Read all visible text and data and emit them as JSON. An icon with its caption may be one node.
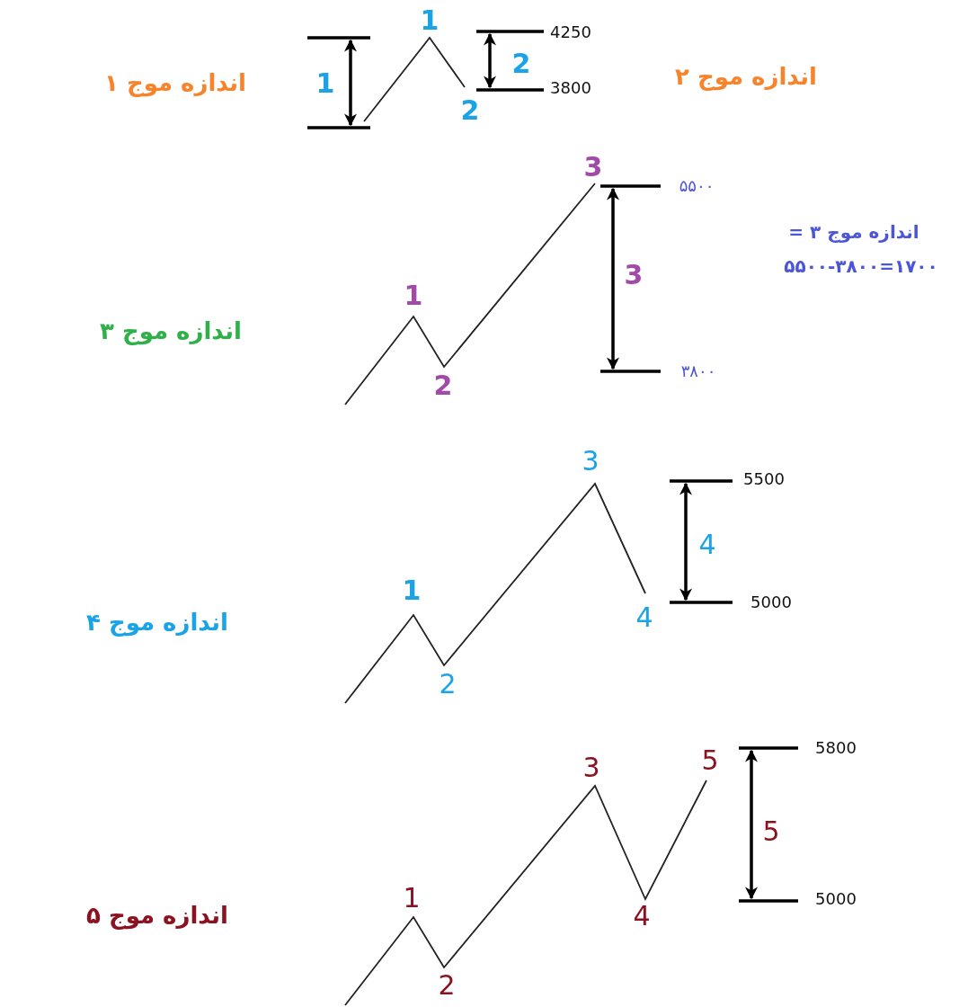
{
  "diagram": {
    "labels": [
      "1",
      "4250",
      "اندازه موج ۱",
      "1",
      "2",
      "اندازه موج ۲",
      "3800",
      "2",
      "3",
      "۵۵۰۰",
      "اندازه موج ۳ =",
      "۵۵۰۰-۳۸۰۰=۱۷۰۰",
      "3",
      "1",
      "اندازه موج ۳",
      "۳۸۰۰",
      "2",
      "3",
      "5500",
      "4",
      "1",
      "اندازه موج ۴",
      "5000",
      "4",
      "2",
      "5800",
      "5",
      "3",
      "5",
      "1",
      "اندازه موج ۵",
      "5000",
      "4",
      "2"
    ]
  }
}
